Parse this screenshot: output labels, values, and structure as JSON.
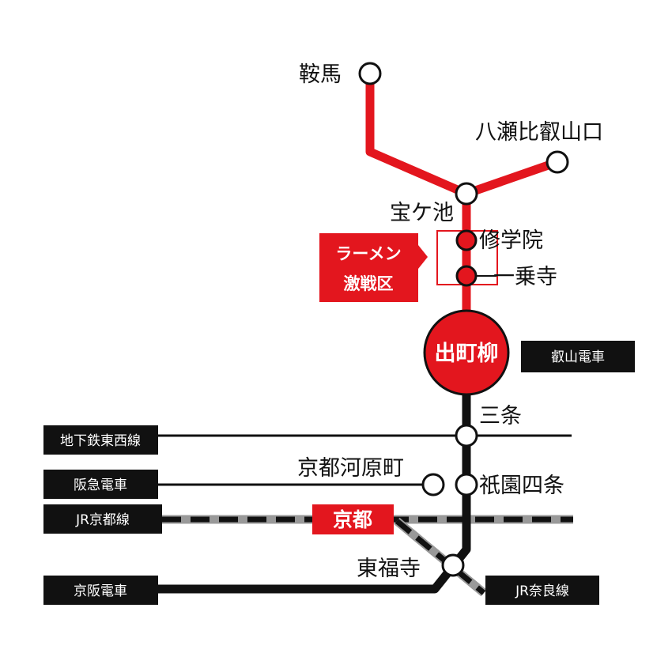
{
  "colors": {
    "eizan": "#e3161e",
    "keihan": "#111111",
    "jr_track": "#999999",
    "jr_dash": "#111111",
    "label_box": "#111111"
  },
  "stations": {
    "kurama": "鞍馬",
    "yase": "八瀬比叡山口",
    "takaragaike": "宝ケ池",
    "shugakuin": "修学院",
    "ichijoji": "一乗寺",
    "demachiyanagi": "出町柳",
    "sanjo": "三条",
    "kawaramachi": "京都河原町",
    "gion": "祇園四条",
    "kyoto": "京都",
    "tofukuji": "東福寺"
  },
  "lines": {
    "eizan": "叡山電車",
    "subway_tozai": "地下鉄東西線",
    "hankyu": "阪急電車",
    "jr_kyoto": "JR京都線",
    "keihan": "京阪電車",
    "jr_nara": "JR奈良線"
  },
  "callout": {
    "line1": "ラーメン",
    "line2": "激戦区"
  }
}
